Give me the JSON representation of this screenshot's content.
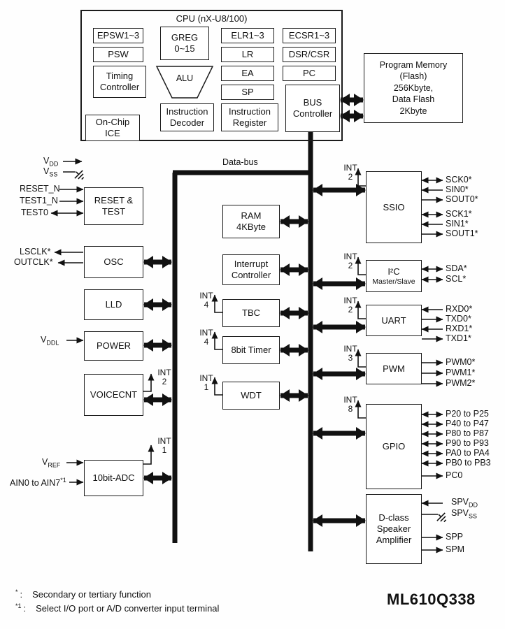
{
  "part_number": "ML610Q338",
  "bus": {
    "label": "Data-bus"
  },
  "cpu": {
    "title": "CPU (nX-U8/100)",
    "epsw": "EPSW1~3",
    "greg": "GREG\n0~15",
    "elr": "ELR1~3",
    "ecsr": "ECSR1~3",
    "psw": "PSW",
    "lr": "LR",
    "dsr_csr": "DSR/CSR",
    "timing": "Timing\nController",
    "alu": "ALU",
    "ea": "EA",
    "pc": "PC",
    "sp": "SP",
    "decoder": "Instruction\nDecoder",
    "register": "Instruction\nRegister",
    "bus_controller": "BUS\nController",
    "onchip_ice": "On-Chip\nICE"
  },
  "memory": {
    "label": "Program Memory\n(Flash)\n256Kbyte,\nData Flash\n2Kbyte"
  },
  "blocks": {
    "reset": "RESET &\nTEST",
    "osc": "OSC",
    "lld": "LLD",
    "power": "POWER",
    "voicecnt": "VOICECNT",
    "adc": "10bit-ADC",
    "ram": "RAM\n4KByte",
    "intc": "Interrupt\nController",
    "tbc": "TBC",
    "timer8": "8bit Timer",
    "wdt": "WDT",
    "ssio": "SSIO",
    "i2c_title": "I²C",
    "i2c_sub": "Master/Slave",
    "uart": "UART",
    "pwm": "PWM",
    "gpio": "GPIO",
    "speaker": "D-class\nSpeaker\nAmplifier"
  },
  "ints": {
    "label": "INT",
    "ssio": "2",
    "i2c": "2",
    "uart": "2",
    "pwm": "3",
    "gpio": "8",
    "tbc": "4",
    "timer8": "4",
    "wdt": "1",
    "voicecnt": "2",
    "adc": "1"
  },
  "signals": {
    "vdd": {
      "base": "V",
      "sub": "DD"
    },
    "vss": {
      "base": "V",
      "sub": "SS"
    },
    "reset_n": "RESET_N",
    "test1_n": "TEST1_N",
    "test0": "TEST0",
    "lsclk": "LSCLK*",
    "outclk": "OUTCLK*",
    "vddl": {
      "base": "V",
      "sub": "DDL"
    },
    "vref": {
      "base": "V",
      "sub": "REF"
    },
    "ain": {
      "base": "AIN0 to AIN7",
      "sup": "*1"
    }
  },
  "pins": {
    "ssio": [
      "SCK0*",
      "SIN0*",
      "SOUT0*",
      "SCK1*",
      "SIN1*",
      "SOUT1*"
    ],
    "i2c": [
      "SDA*",
      "SCL*"
    ],
    "uart": [
      "RXD0*",
      "TXD0*",
      "RXD1*",
      "TXD1*"
    ],
    "pwm": [
      "PWM0*",
      "PWM1*",
      "PWM2*"
    ],
    "gpio": [
      "P20 to P25",
      "P40 to P47",
      "P80 to P87",
      "P90 to P93",
      "PA0 to PA4",
      "PB0 to PB3",
      "PC0"
    ],
    "spvdd": {
      "base": "SPV",
      "sub": "DD"
    },
    "spvss": {
      "base": "SPV",
      "sub": "SS"
    },
    "spp": "SPP",
    "spm": "SPM"
  },
  "notes": {
    "n1": {
      "marker": "*",
      "colon": ":",
      "text": "Secondary or tertiary function"
    },
    "n2": {
      "marker": "*1",
      "colon": ":",
      "text": "Select I/O port or A/D converter input terminal"
    }
  }
}
